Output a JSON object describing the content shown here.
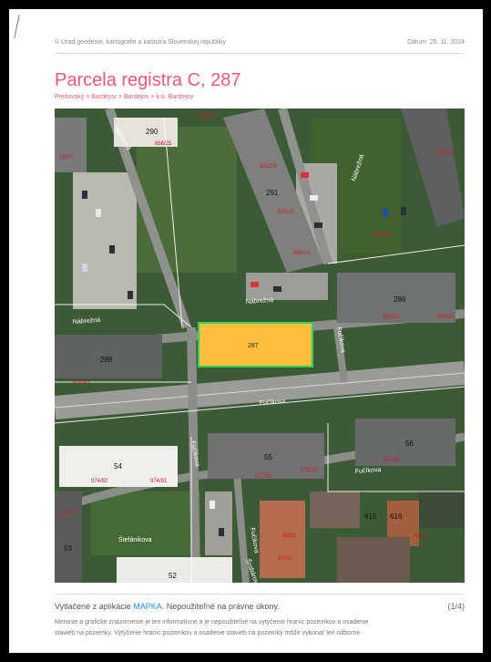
{
  "header": {
    "left": "© Úrad geodézie, kartografie a katastra Slovenskej republiky",
    "right": "Dátum: 25. 11. 2024"
  },
  "title": "Parcela registra C, 287",
  "breadcrumb": "Prešovský > Bardejov > Bardejov > k.ú. Bardejov",
  "map": {
    "highlight": "287",
    "highlight_color": "#ffbe3c",
    "streets": [
      "Nábrežná",
      "Nábrežná",
      "Fučíkova",
      "Fučíkova",
      "Fučíkova",
      "Nábrežná",
      "Fučíkova",
      "Šrobárova",
      "Fučíkova",
      "Štefánikova",
      "Nábrežná"
    ],
    "buildings": [
      "290",
      "286",
      "288",
      "54",
      "56",
      "55",
      "52",
      "53",
      "615",
      "616",
      "291"
    ],
    "parcels": [
      "287",
      "866/25",
      "866/29",
      "289/2",
      "865/29",
      "865/25",
      "865/24",
      "865/16",
      "865/28",
      "865/32",
      "865/25",
      "974/83",
      "974/82",
      "974/81",
      "972/38",
      "972/32",
      "974/38",
      "974/92",
      "683/2",
      "683/1",
      "683/5"
    ]
  },
  "footer": {
    "prefix": "Vytlačené z aplikácie",
    "app": "MAPKA",
    "suffix": ". Nepoužiteľné na právne úkony.",
    "page": "(1/4)",
    "line1": "Meranie a grafické znázornenie je len informatívne a je nepoužiteľné na vytýčenie hraníc pozemkov a osadenie",
    "line2": "stavieb na pozemky. Vytýčenie hraníc pozemkov a osadenie stavieb na pozemky môže vykonať len odborne"
  }
}
